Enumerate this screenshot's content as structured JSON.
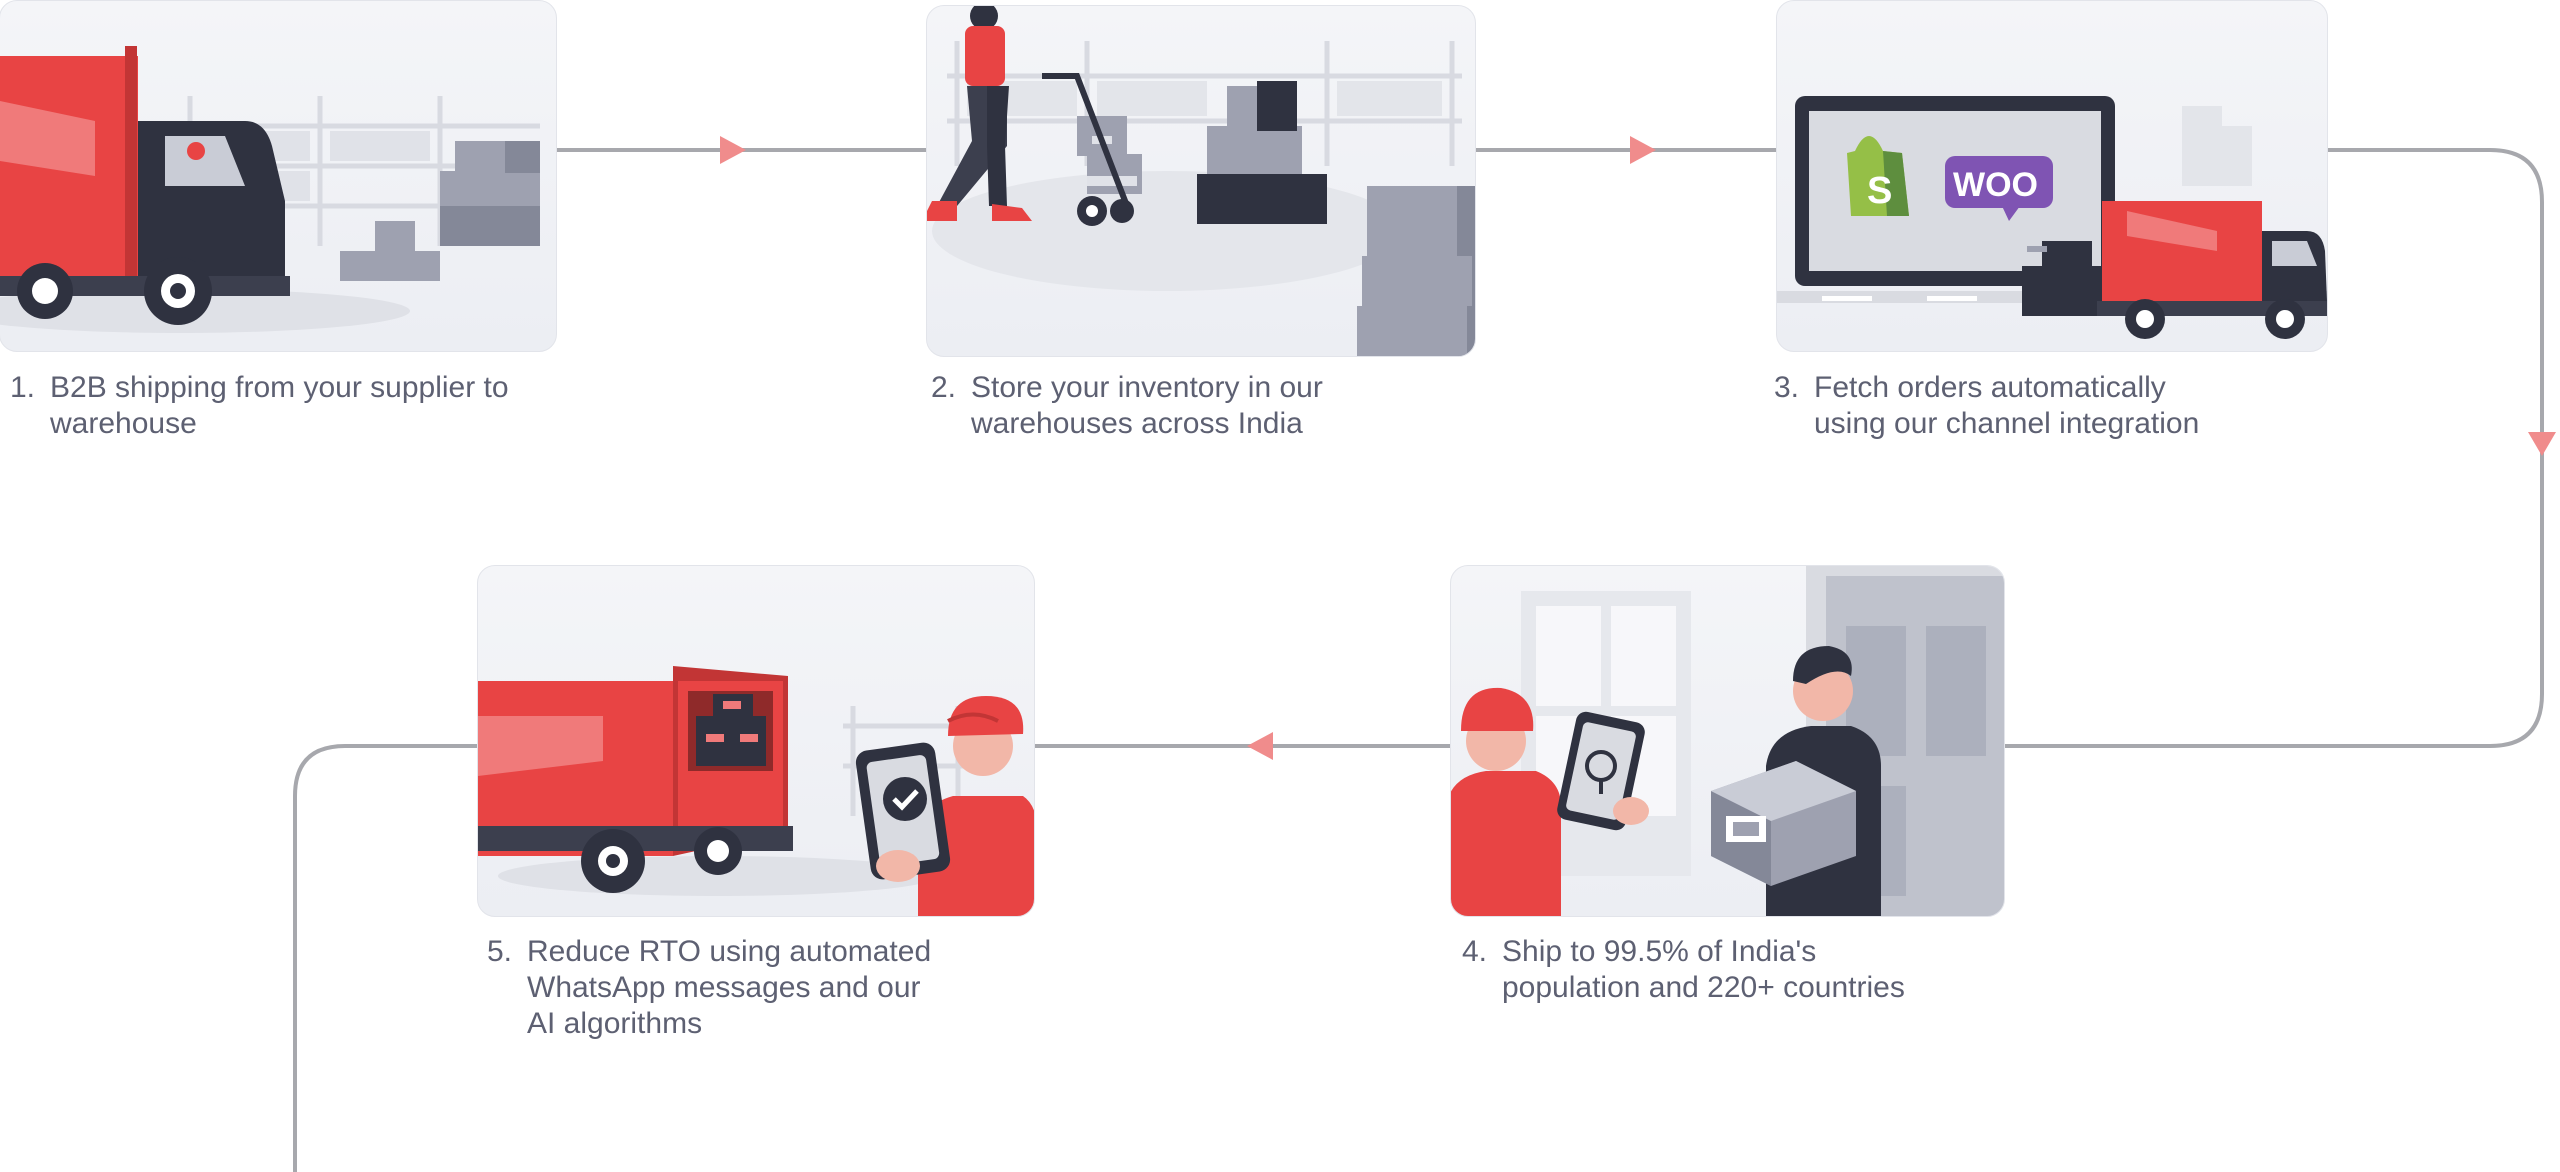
{
  "steps": [
    {
      "number": "1.",
      "text": "B2B shipping from your supplier to\nwarehouse",
      "illustration": "truck-at-warehouse"
    },
    {
      "number": "2.",
      "text": "Store your inventory in our\nwarehouses across India",
      "illustration": "worker-with-hand-truck"
    },
    {
      "number": "3.",
      "text": "Fetch orders automatically\nusing our channel integration",
      "illustration": "channel-integration-screen"
    },
    {
      "number": "4.",
      "text": "Ship to 99.5% of India's\npopulation and 220+ countries",
      "illustration": "doorstep-delivery"
    },
    {
      "number": "5.",
      "text": "Reduce RTO using automated\nWhatsApp messages and our\nAI algorithms",
      "illustration": "delivery-verification"
    }
  ],
  "logos": {
    "woo": "WOO",
    "shopify": "S"
  },
  "colors": {
    "accent": "#e84444",
    "arrow": "#f08c8c",
    "connector": "#a7a8ad",
    "text": "#5d6072",
    "dark": "#2f3240",
    "woo": "#7f54b3",
    "shopify": "#95bf47"
  }
}
